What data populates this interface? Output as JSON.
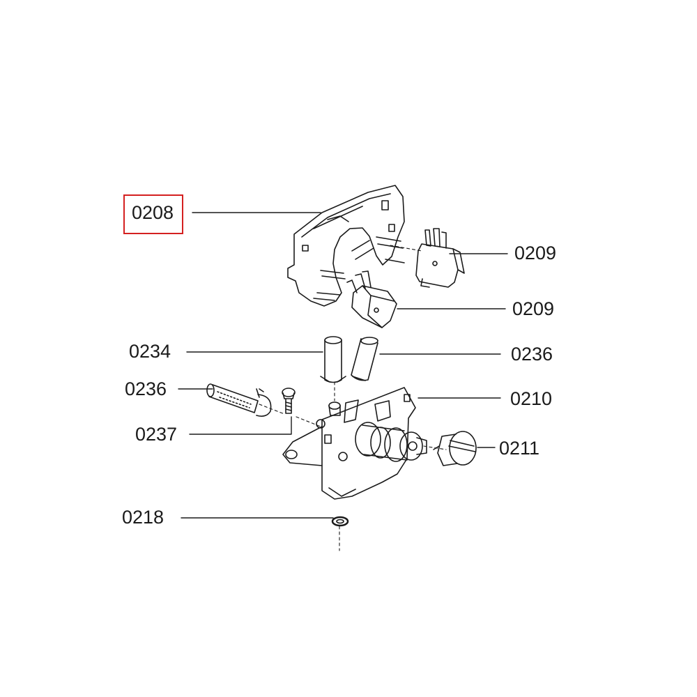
{
  "callouts": [
    {
      "id": "c1",
      "label": "0208",
      "highlighted": true
    },
    {
      "id": "c2",
      "label": "0209"
    },
    {
      "id": "c3",
      "label": "0209"
    },
    {
      "id": "c4",
      "label": "0234"
    },
    {
      "id": "c5",
      "label": "0236"
    },
    {
      "id": "c6",
      "label": "0236"
    },
    {
      "id": "c7",
      "label": "0210"
    },
    {
      "id": "c8",
      "label": "0237"
    },
    {
      "id": "c9",
      "label": "0211"
    },
    {
      "id": "c10",
      "label": "0218"
    }
  ],
  "colors": {
    "line": "#1a1a1a",
    "highlight": "#d42020",
    "background": "#ffffff"
  }
}
